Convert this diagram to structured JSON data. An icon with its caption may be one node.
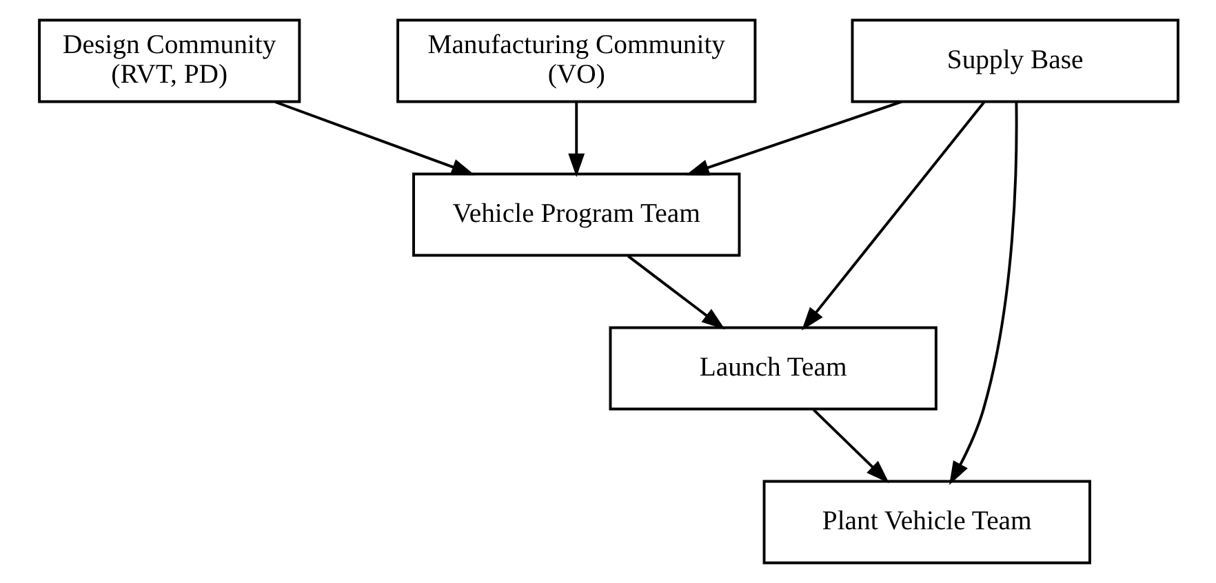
{
  "diagram": {
    "nodes": [
      {
        "text": [
          "Design Community (RVT, PD)"
        ]
      },
      {
        "text": [
          "Manufacturing Community (VO)"
        ]
      },
      {
        "text": [
          "Supply Base"
        ]
      },
      {
        "text": [
          "Vehicle Program Team"
        ]
      },
      {
        "text": [
          "Launch Team"
        ]
      },
      {
        "text": [
          "Plant Vehicle Team"
        ]
      }
    ],
    "edges": [
      {
        "from": 0,
        "to": 3,
        "arrow": "to"
      },
      {
        "from": 1,
        "to": 3,
        "arrow": "to"
      },
      {
        "from": 2,
        "to": 3,
        "arrow": "to"
      },
      {
        "from": 3,
        "to": 4,
        "arrow": "to"
      },
      {
        "from": 2,
        "to": 4,
        "arrow": "to"
      },
      {
        "from": 4,
        "to": 5,
        "arrow": "to"
      },
      {
        "from": 2,
        "to": 5,
        "arrow": "to"
      }
    ]
  }
}
